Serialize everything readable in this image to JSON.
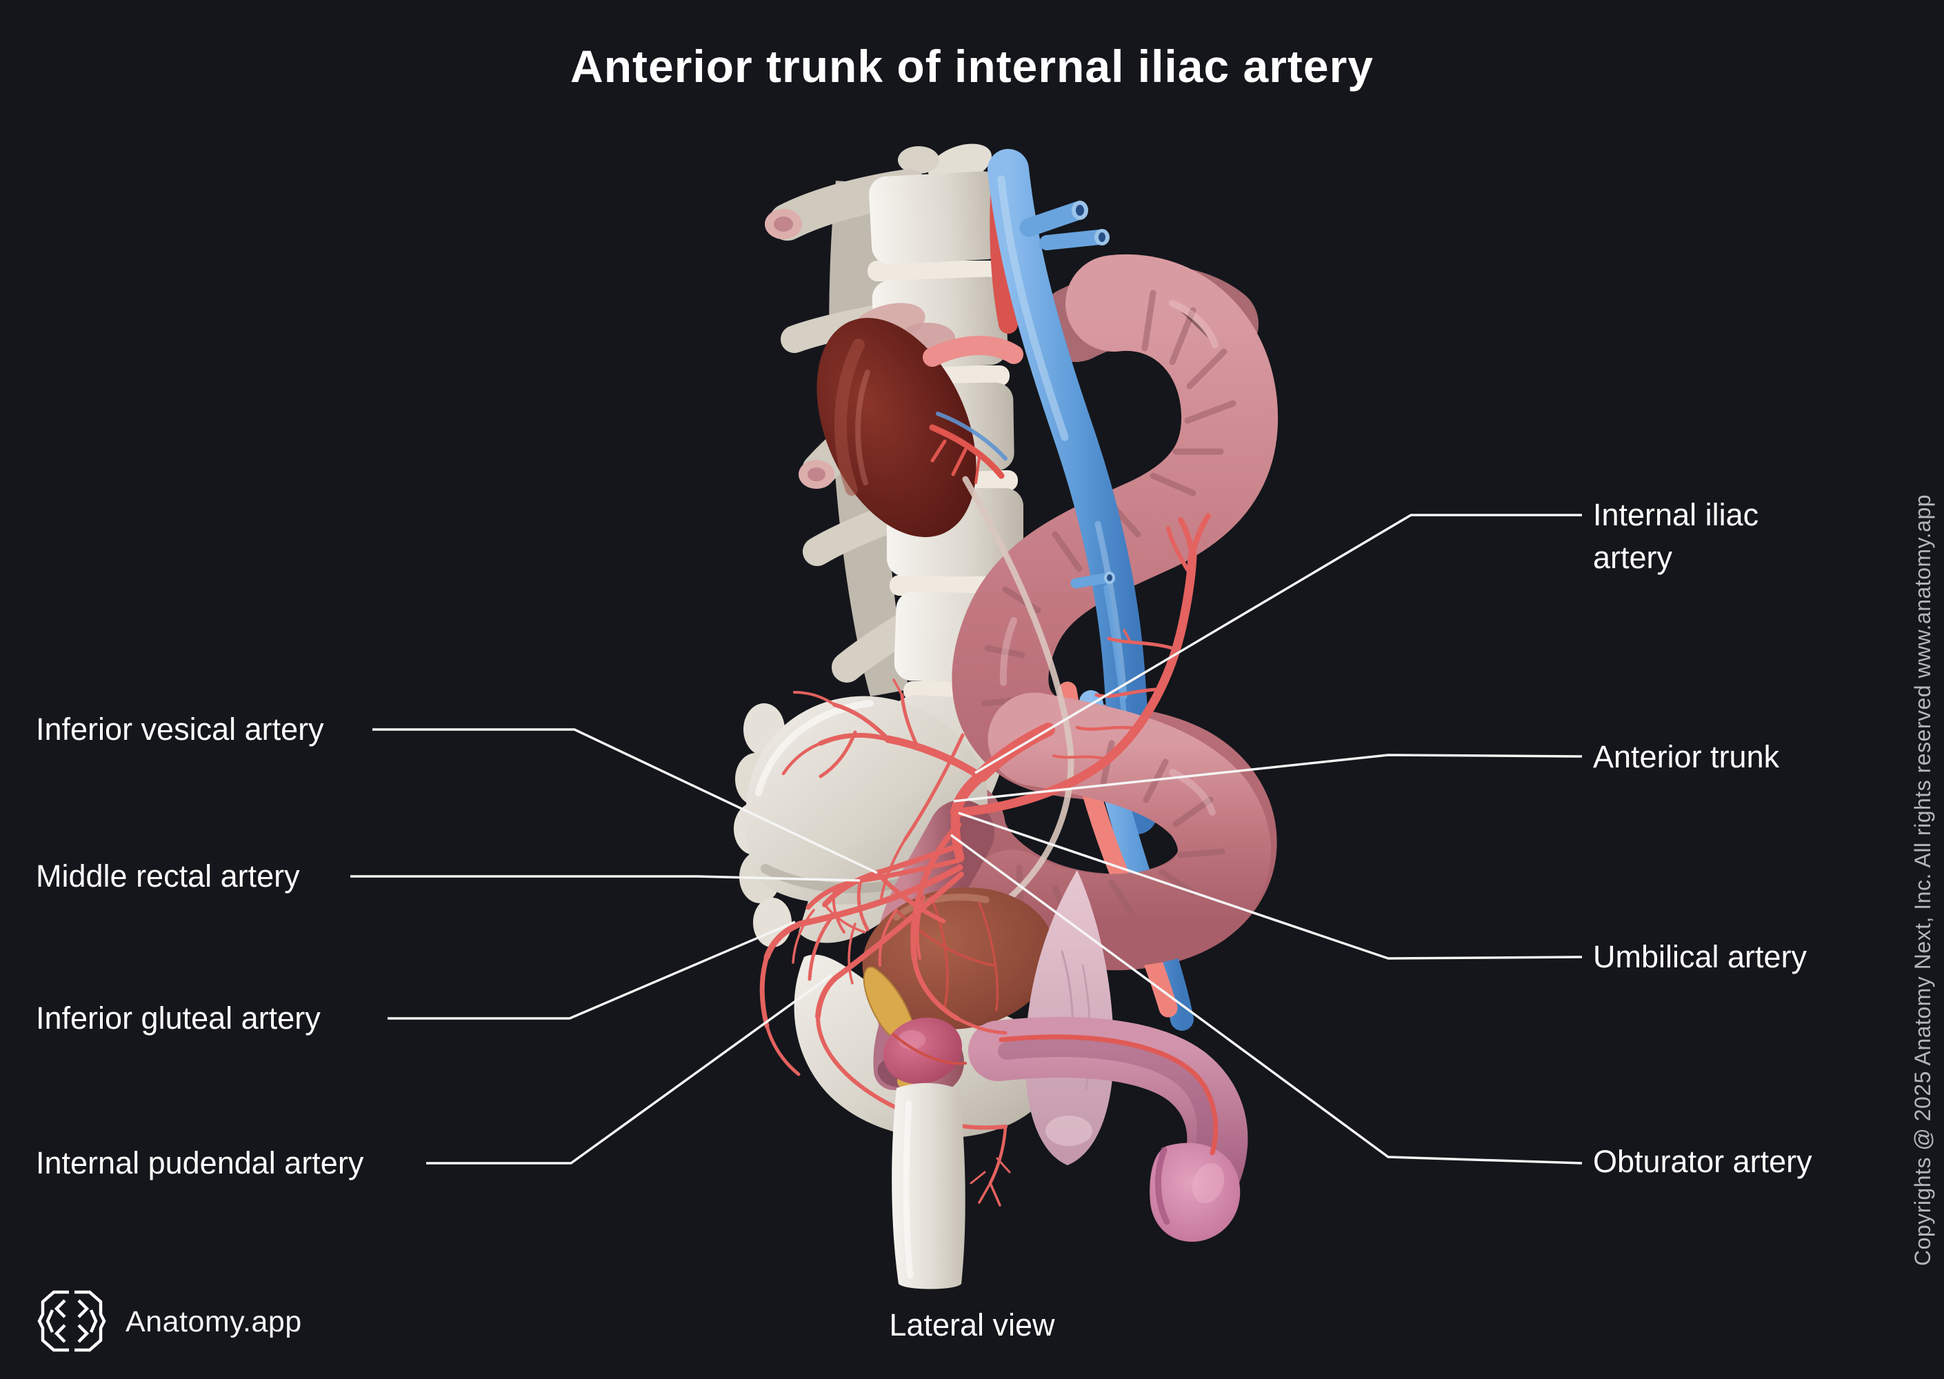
{
  "title": "Anterior trunk of internal iliac artery",
  "view": {
    "label": "Lateral view"
  },
  "brand": {
    "name": "Anatomy.app"
  },
  "copyright": {
    "text": "Copyrights @ 2025 Anatomy Next, Inc. All rights reserved www.anatomy.app"
  },
  "labels": {
    "left": [
      {
        "text": "Inferior vesical artery"
      },
      {
        "text": "Middle rectal artery"
      },
      {
        "text": "Inferior gluteal artery"
      },
      {
        "text": "Internal pudendal artery"
      }
    ],
    "right": [
      {
        "text": "Internal iliac artery"
      },
      {
        "text": "Anterior trunk"
      },
      {
        "text": "Umbilical artery"
      },
      {
        "text": "Obturator artery"
      }
    ]
  },
  "colors": {
    "background": "#14161b",
    "label_text": "#ffffff",
    "leader_line": "#f5f5f5",
    "artery_red": "#e4625f",
    "vein_blue": "#5c9ad8",
    "colon_pink": "#c9868e",
    "bone_ivory": "#e8e4dc",
    "kidney_maroon": "#6b241d",
    "copyright_gray": "#b4b5b8"
  }
}
